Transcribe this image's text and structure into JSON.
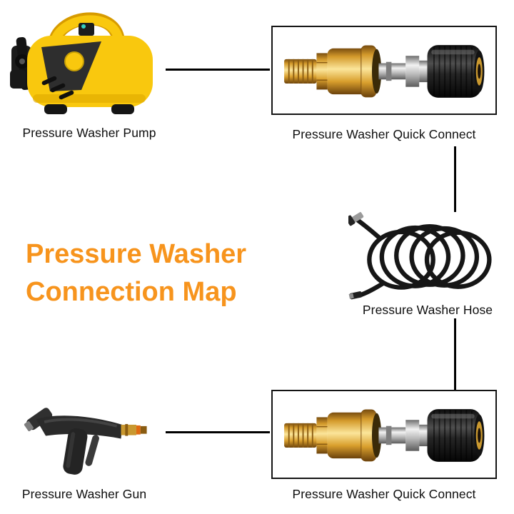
{
  "title": {
    "line1": "Pressure Washer",
    "line2": "Connection Map"
  },
  "labels": {
    "pump": "Pressure Washer Pump",
    "quick_connect_top": "Pressure Washer Quick Connect",
    "hose": "Pressure Washer Hose",
    "gun": "Pressure Washer Gun",
    "quick_connect_bottom": "Pressure Washer Quick Connect"
  },
  "icons": {
    "pump": "pressure-washer-pump-image",
    "quick_connect": "brass-quick-connect-coupler-image",
    "hose": "coiled-hose-image",
    "gun": "spray-gun-image"
  },
  "colors": {
    "title_orange": "#F7941D",
    "connector_line": "#000000",
    "box_border": "#141414",
    "label_text": "#0E0E0E",
    "brass_gold": "#D9A32E",
    "pump_yellow": "#F9C80E",
    "knob_black": "#1A1A1A",
    "metal_silver": "#C0C0C0"
  }
}
